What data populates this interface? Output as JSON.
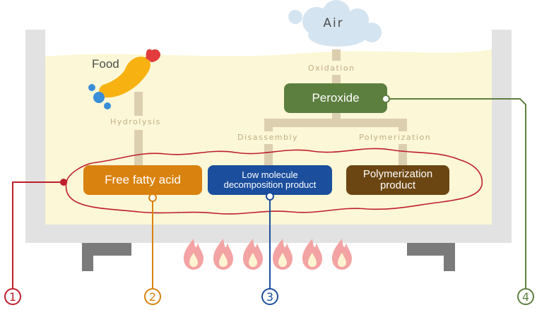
{
  "labels": {
    "air": "Air",
    "food": "Food",
    "oxidation": "Oxidation",
    "hydrolysis": "Hydrolysis",
    "disassembly": "Disassembly",
    "polymerization": "Polymerization"
  },
  "boxes": {
    "peroxide": "Peroxide",
    "free_fatty_acid": "Free fatty acid",
    "low_molecule_line1": "Low molecule",
    "low_molecule_line2": "decomposition product",
    "polymerization_line1": "Polymerization",
    "polymerization_line2": "product"
  },
  "markers": {
    "m1": "1",
    "m2": "2",
    "m3": "3",
    "m4": "4"
  },
  "colors": {
    "oil": "#fcf7d6",
    "pan": "#e2e2e2",
    "stand": "#7b7b7b",
    "connector": "#dccfb0",
    "peroxide": "#5c7f3f",
    "free_fatty_acid": "#d9820f",
    "low_molecule": "#1b4e9c",
    "polymerization": "#6b4612",
    "red": "#be1e2d",
    "orange": "#d9820f",
    "blue": "#1b4e9c",
    "green": "#5c7f3f",
    "cloud": "#d4e4f0",
    "flame": "#f3a3a3"
  },
  "icons": {
    "shrimp": "fried-shrimp-icon",
    "cloud": "cloud-icon",
    "flame": "flame-icon"
  }
}
